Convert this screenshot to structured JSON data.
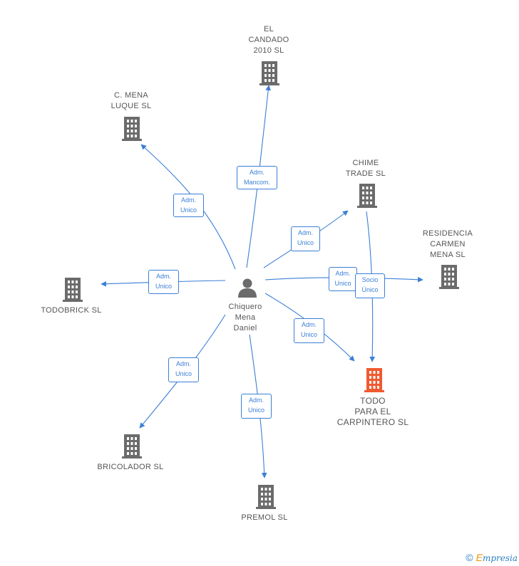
{
  "center": {
    "name": "Chiquero\nMena\nDaniel"
  },
  "companies": [
    {
      "id": "el-candado",
      "name": "EL\nCANDADO\n2010 SL",
      "highlight": false
    },
    {
      "id": "c-mena-luque",
      "name": "C.  MENA\nLUQUE SL",
      "highlight": false
    },
    {
      "id": "chime-trade",
      "name": "CHIME\nTRADE SL",
      "highlight": false
    },
    {
      "id": "residencia-carmen",
      "name": "RESIDENCIA\nCARMEN\nMENA SL",
      "highlight": false
    },
    {
      "id": "todobrick",
      "name": "TODOBRICK SL",
      "highlight": false
    },
    {
      "id": "todo-para-el-carpintero",
      "name": "TODO\nPARA EL\nCARPINTERO SL",
      "highlight": true
    },
    {
      "id": "bricolador",
      "name": "BRICOLADOR SL",
      "highlight": false
    },
    {
      "id": "premol",
      "name": "PREMOL SL",
      "highlight": false
    }
  ],
  "relations": [
    {
      "id": "to-el-candado",
      "label": "Adm.\nMancom."
    },
    {
      "id": "to-c-mena-luque",
      "label": "Adm.\nUnico"
    },
    {
      "id": "to-chime-trade",
      "label": "Adm.\nUnico"
    },
    {
      "id": "to-residencia-carmen",
      "label": "Adm.\nUnico"
    },
    {
      "id": "chime-to-todo",
      "label": "Socio\nÚnico"
    },
    {
      "id": "to-todobrick",
      "label": "Adm.\nUnico"
    },
    {
      "id": "to-todo-para-el-carpintero",
      "label": "Adm.\nUnico"
    },
    {
      "id": "to-bricolador",
      "label": "Adm.\nUnico"
    },
    {
      "id": "to-premol",
      "label": "Adm.\nUnico"
    }
  ],
  "colors": {
    "edge": "#3a7fd6",
    "building": "#6b6b6b",
    "building_highlight": "#f05a30",
    "person": "#6b6b6b"
  },
  "footer": {
    "copyright_symbol": "©",
    "brand_initial": "E",
    "brand_rest": "mpresia"
  }
}
